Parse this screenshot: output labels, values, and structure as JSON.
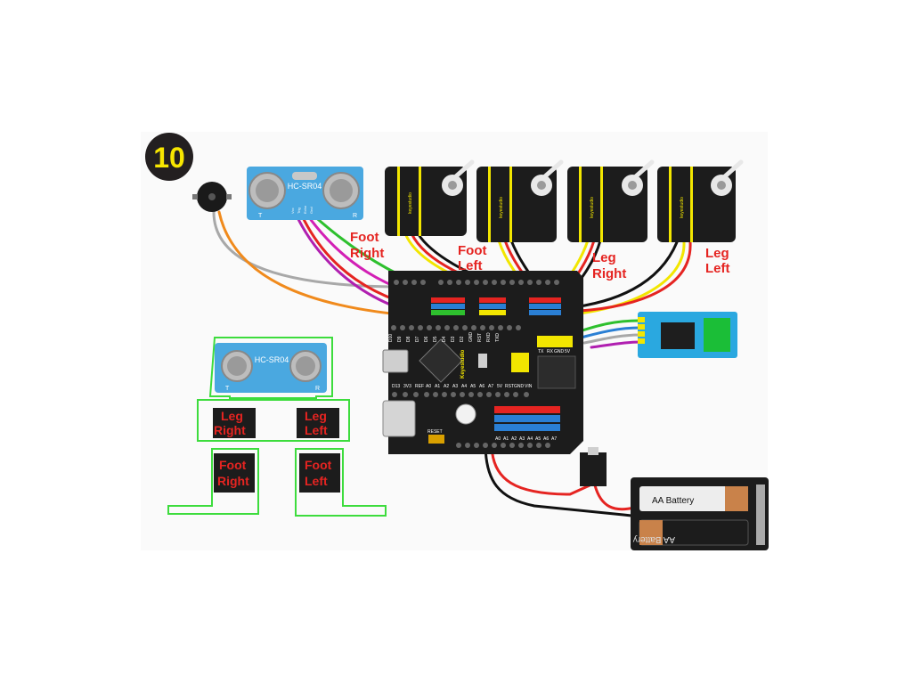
{
  "step": {
    "number": "10",
    "badge_color": "#231f20",
    "number_color": "#f7e600"
  },
  "ultrasonic": {
    "model": "HC-SR04",
    "left": "T",
    "right": "R",
    "pins": [
      "Vcc",
      "Trig",
      "Echo",
      "Gnd"
    ]
  },
  "servos": [
    {
      "label_line1": "Foot",
      "label_line2": "Right",
      "brand": "keyestudio"
    },
    {
      "label_line1": "Foot",
      "label_line2": "Left",
      "brand": "keyestudio"
    },
    {
      "label_line1": "Leg",
      "label_line2": "Right",
      "brand": "keyestudio"
    },
    {
      "label_line1": "Leg",
      "label_line2": "Left",
      "brand": "keyestudio"
    }
  ],
  "board": {
    "brand": "Keyestudio",
    "reset": "RESET",
    "top_header": [
      "D13",
      "3V3",
      "REF",
      "A0",
      "A1",
      "A2",
      "A3",
      "A4",
      "A5",
      "A6",
      "A7",
      "5V",
      "RST",
      "GND",
      "VIN"
    ],
    "digital_header": [
      "D10",
      "D9",
      "D8",
      "D7",
      "D6",
      "D5",
      "D4",
      "D3",
      "D2",
      "GND",
      "RST",
      "RXD",
      "TXD"
    ],
    "bt_pins": [
      "TX",
      "RX",
      "GND",
      "5V"
    ],
    "analog_pins": [
      "A0",
      "A1",
      "A2",
      "A3",
      "A4",
      "A5",
      "A6",
      "A7"
    ]
  },
  "battery": {
    "cells": [
      "AA Battery",
      "AA Battery"
    ]
  },
  "robot": {
    "sensor_model": "HC-SR04",
    "sensor_left": "T",
    "sensor_right": "R",
    "leg_right": [
      "Leg",
      "Right"
    ],
    "leg_left": [
      "Leg",
      "Left"
    ],
    "foot_right": [
      "Foot",
      "Right"
    ],
    "foot_left": [
      "Foot",
      "Left"
    ]
  },
  "colors": {
    "label_red": "#e52421",
    "outline_green": "#3ddc3d",
    "sensor_blue": "#4aa8e0",
    "board_black": "#1c1c1c",
    "wire_red": "#e52421",
    "wire_yellow": "#f2e600",
    "wire_black": "#111111",
    "wire_green": "#2ec02e",
    "wire_purple": "#b01fb0",
    "wire_orange": "#f08a1c",
    "wire_gray": "#a8a8a8",
    "wire_blue": "#2a7fd4"
  }
}
